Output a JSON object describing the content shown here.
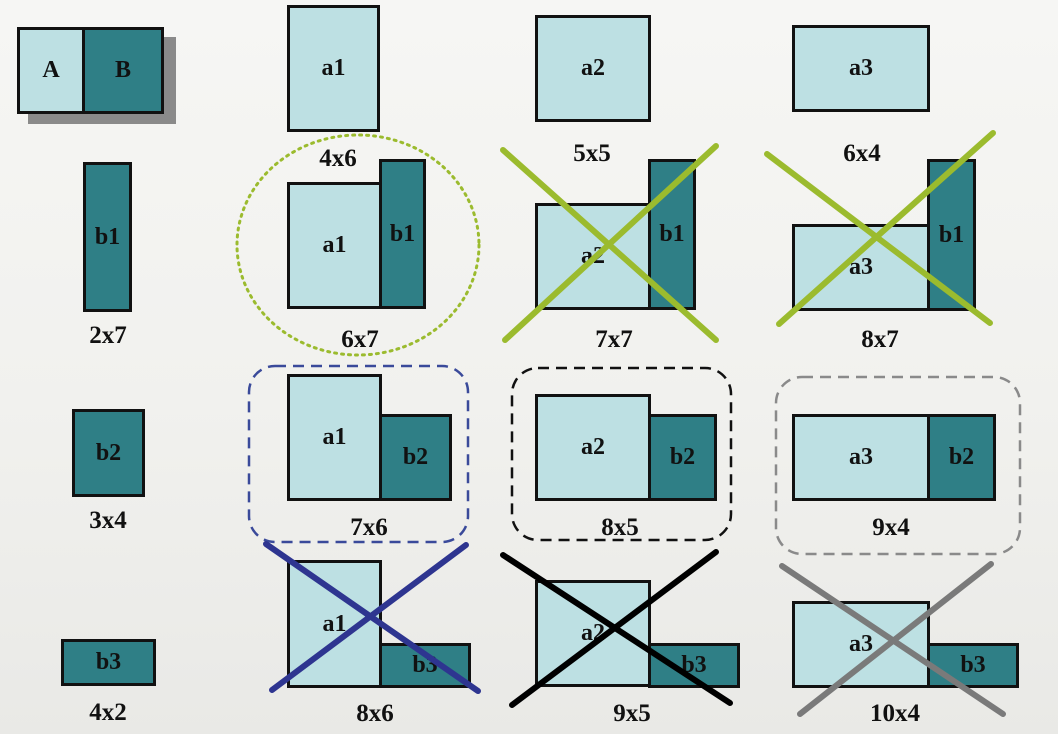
{
  "legend": {
    "a_label": "A",
    "b_label": "B"
  },
  "pieces": {
    "a1": "a1",
    "a2": "a2",
    "a3": "a3",
    "b1": "b1",
    "b2": "b2",
    "b3": "b3"
  },
  "captions": {
    "a1": "4x6",
    "a2": "5x5",
    "a3": "6x4",
    "b1": "2x7",
    "b2": "3x4",
    "b3": "4x2",
    "a1b1": "6x7",
    "a2b1": "7x7",
    "a3b1": "8x7",
    "a1b2": "7x6",
    "a2b2": "8x5",
    "a3b2": "9x4",
    "a1b3": "8x6",
    "a2b3": "9x5",
    "a3b3": "10x4"
  },
  "colors": {
    "light_block": "#bde0e3",
    "dark_block": "#2f7f86",
    "cross_green": "#9bbb2e",
    "cross_blue": "#2e3590",
    "cross_black": "#000000",
    "cross_gray": "#7a7a7a",
    "circle_green": "#9bbb2e",
    "box_blue": "#3a4a9a",
    "box_black": "#111111",
    "box_gray": "#8a8a8a"
  }
}
